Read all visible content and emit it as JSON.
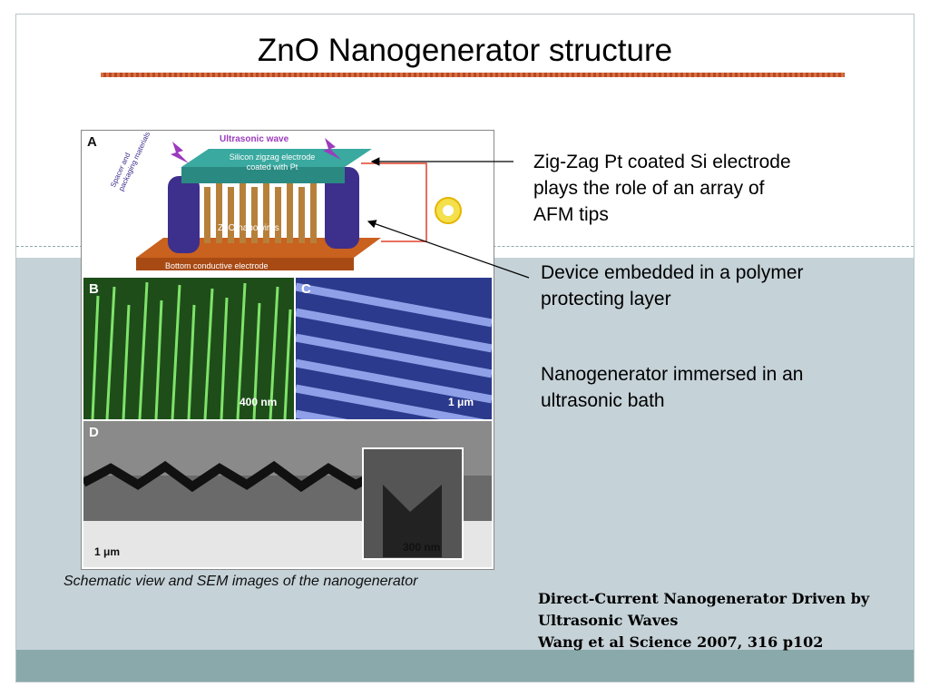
{
  "slide": {
    "title": "ZnO Nanogenerator structure",
    "caption": "Schematic view and SEM images of the nanogenerator",
    "callouts": {
      "c1": [
        "Zig-Zag Pt coated Si electrode",
        "plays the role of an array of",
        "AFM tips"
      ],
      "c2": [
        "Device embedded in a polymer",
        "protecting layer"
      ],
      "c3": [
        "Nanogenerator immersed in an",
        "ultrasonic bath"
      ]
    },
    "reference": [
      "Direct-Current Nanogenerator Driven by",
      "Ultrasonic Waves",
      "Wang et al Science 2007, 316 p102"
    ]
  },
  "figure": {
    "panelA": {
      "label": "A",
      "ultrasonic": "Ultrasonic wave",
      "electrode": [
        "Silicon zigzag electrode",
        "coated with Pt"
      ],
      "nanowires": "ZnO nanowires",
      "bottom": "Bottom conductive electrode",
      "spacer": [
        "Spacer and",
        "packaging materials"
      ]
    },
    "panelB": {
      "label": "B",
      "scale": "400 nm"
    },
    "panelC": {
      "label": "C",
      "scale": "1 μm"
    },
    "panelD": {
      "label": "D",
      "scale": "1 μm",
      "inset_scale": "300 nm"
    }
  },
  "colors": {
    "accent_rule": "#c0552e",
    "band_grey": "#c5d2d8",
    "band_teal": "#8aa9ab"
  }
}
